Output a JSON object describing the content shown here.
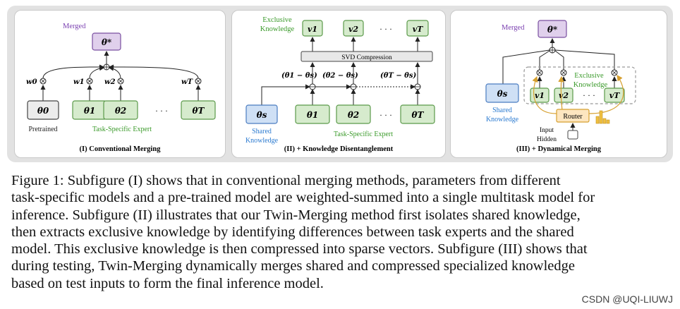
{
  "panels": [
    {
      "title": "(I) Conventional Merging",
      "merged_label": "Merged",
      "merged_node": "θ*",
      "pretrained_node": "θ0",
      "pretrained_label": "Pretrained",
      "expert_nodes": [
        "θ1",
        "θ2",
        "θT"
      ],
      "weights": [
        "w0",
        "w1",
        "w2",
        "wT"
      ],
      "expert_group_label": "Task-Specific Expert",
      "ellipsis": "· · ·"
    },
    {
      "title": "(II) + Knowledge Disentanglement",
      "exclusive_label": [
        "Exclusive",
        "Knowledge"
      ],
      "vectors": [
        "v1",
        "v2",
        "vT"
      ],
      "svd_label": "SVD Compression",
      "differences": [
        "(θ1 − θs)",
        "(θ2 − θs)",
        "(θT − θs)"
      ],
      "shared_node": "θs",
      "shared_label": [
        "Shared",
        "Knowledge"
      ],
      "expert_nodes": [
        "θ1",
        "θ2",
        "θT"
      ],
      "expert_group_label": "Task-Specific Expert",
      "ellipsis": "· · ·"
    },
    {
      "title": "(III) + Dynamical Merging",
      "merged_label": "Merged",
      "merged_node": "θ*",
      "shared_node": "θs",
      "shared_label": [
        "Shared",
        "Knowledge"
      ],
      "exclusive_label": [
        "Exclusive",
        "Knowledge"
      ],
      "vectors": [
        "v1",
        "v2",
        "vT"
      ],
      "router_label": "Router",
      "input_label": [
        "Input",
        "Hidden"
      ],
      "ellipsis": "· · ·"
    }
  ],
  "caption": {
    "lines": [
      "Figure 1: Subfigure (I) shows that in conventional merging methods, parameters from different",
      "task-specific models and a pre-trained model are weighted-summed into a single multitask model for",
      "inference. Subfigure (II) illustrates that our Twin-Merging method first isolates shared knowledge,",
      "then extracts exclusive knowledge by identifying differences between task experts and the shared",
      "model. This exclusive knowledge is then compressed into sparse vectors. Subfigure (III) shows that",
      "during testing, Twin-Merging dynamically merges shared and compressed specialized knowledge",
      "based on test inputs to form the final inference model."
    ]
  },
  "watermark": "CSDN @UQI-LIUWJ",
  "colors": {
    "merged_fill": "#e0d0ec",
    "merged_stroke": "#7a4fa0",
    "merged_text": "#7a3fb0",
    "expert_fill": "#d6ebcd",
    "expert_stroke": "#5b9a4a",
    "expert_text": "#3a9a2a",
    "shared_fill": "#cfe0f5",
    "shared_stroke": "#4a7cc0",
    "shared_text": "#2a7ad0",
    "pretrained_fill": "#ececec",
    "router_fill": "#fde6c0",
    "router_stroke": "#d6a030",
    "svd_fill": "#e8e8e8"
  }
}
